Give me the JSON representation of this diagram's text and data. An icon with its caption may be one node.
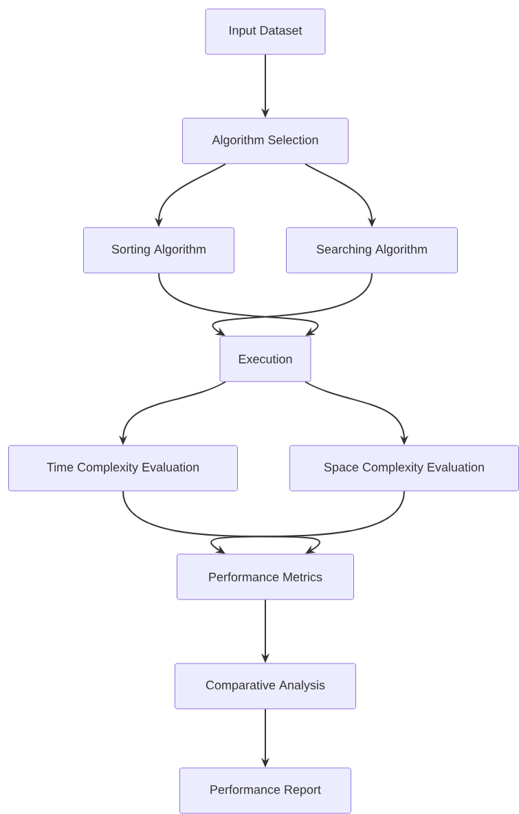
{
  "diagram": {
    "nodes": [
      {
        "text": [
          "Input Dataset"
        ]
      },
      {
        "text": [
          "Algorithm Selection"
        ]
      },
      {
        "text": [
          "Sorting Algorithm"
        ]
      },
      {
        "text": [
          "Searching Algorithm"
        ]
      },
      {
        "text": [
          "Execution"
        ]
      },
      {
        "text": [
          "Time Complexity Evaluation"
        ]
      },
      {
        "text": [
          "Space Complexity Evaluation"
        ]
      },
      {
        "text": [
          "Performance Metrics"
        ]
      },
      {
        "text": [
          "Comparative Analysis"
        ]
      },
      {
        "text": [
          "Performance Report"
        ]
      }
    ],
    "edges": [
      {
        "from": 0,
        "to": 1,
        "arrow": "to"
      },
      {
        "from": 1,
        "to": 2,
        "arrow": "to"
      },
      {
        "from": 1,
        "to": 3,
        "arrow": "to"
      },
      {
        "from": 2,
        "to": 4,
        "arrow": "to"
      },
      {
        "from": 3,
        "to": 4,
        "arrow": "to"
      },
      {
        "from": 4,
        "to": 5,
        "arrow": "to"
      },
      {
        "from": 4,
        "to": 6,
        "arrow": "to"
      },
      {
        "from": 5,
        "to": 7,
        "arrow": "to"
      },
      {
        "from": 6,
        "to": 7,
        "arrow": "to"
      },
      {
        "from": 7,
        "to": 8,
        "arrow": "to"
      },
      {
        "from": 8,
        "to": 9,
        "arrow": "to"
      }
    ]
  }
}
